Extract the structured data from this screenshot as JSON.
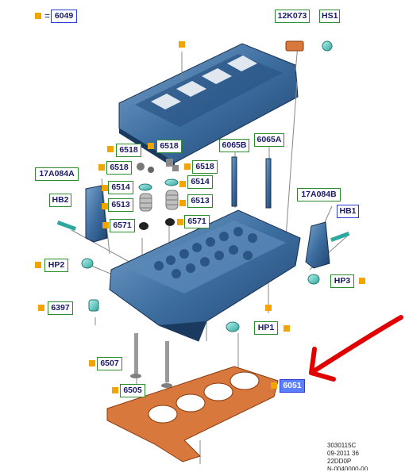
{
  "legend": {
    "equals_sign": "=",
    "code": "6049"
  },
  "parts": {
    "p6049": "6049",
    "p12K073": "12K073",
    "pHS1": "HS1",
    "p6518a": "6518",
    "p6518b": "6518",
    "p6518c": "6518",
    "p6518d": "6518",
    "p6065B": "6065B",
    "p6065A": "6065A",
    "p17A084A": "17A084A",
    "p17A084B": "17A084B",
    "p6514a": "6514",
    "p6514b": "6514",
    "p6513a": "6513",
    "p6513b": "6513",
    "pHB2": "HB2",
    "pHB1": "HB1",
    "p6571a": "6571",
    "p6571b": "6571",
    "pHP2": "HP2",
    "pHP3": "HP3",
    "p6397": "6397",
    "pHP1": "HP1",
    "p6507": "6507",
    "p6505": "6505",
    "p6051": "6051"
  },
  "footer": {
    "line1": "3030115C",
    "line2": "09-2011 36",
    "line3": "22DD0P",
    "line4": "N-0040000-00"
  },
  "colors": {
    "part_blue": "#3d6ea0",
    "gasket_orange": "#d9783c",
    "label_green": "#2c8c2c",
    "label_blue": "#2a3bd8",
    "selected_fill": "#5b7fff",
    "marker_orange": "#f2a400",
    "arrow_red": "#e00000"
  }
}
